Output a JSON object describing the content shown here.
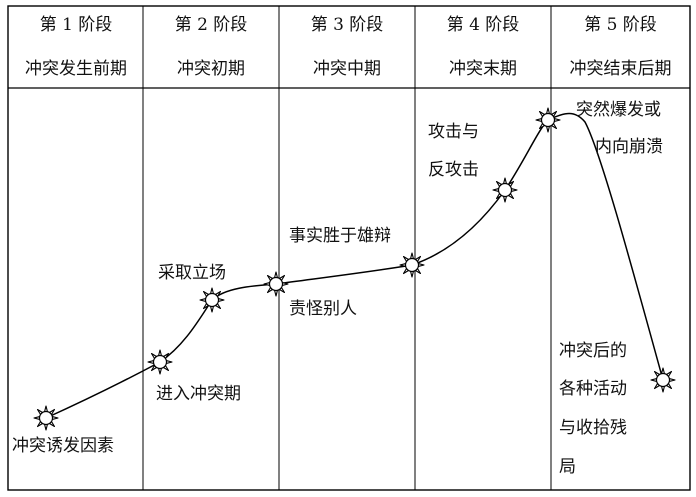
{
  "stages": [
    {
      "title": "第 1 阶段",
      "name": "冲突发生前期"
    },
    {
      "title": "第 2 阶段",
      "name": "冲突初期"
    },
    {
      "title": "第 3 阶段",
      "name": "冲突中期"
    },
    {
      "title": "第 4 阶段",
      "name": "冲突末期"
    },
    {
      "title": "第 5 阶段",
      "name": "冲突结束后期"
    }
  ],
  "labels": {
    "trigger": "冲突诱发因素",
    "enter": "进入冲突期",
    "stance": "采取立场",
    "facts": "事实胜于雄辩",
    "blame": "责怪别人",
    "attack_1": "攻击与",
    "attack_2": "反攻击",
    "outburst_1": "突然爆发或",
    "outburst_2": "内向崩溃",
    "after_1": "冲突后的",
    "after_2": "各种活动",
    "after_3": "与收拾残",
    "after_4": "局"
  },
  "icons": {
    "node": "sun-icon"
  }
}
